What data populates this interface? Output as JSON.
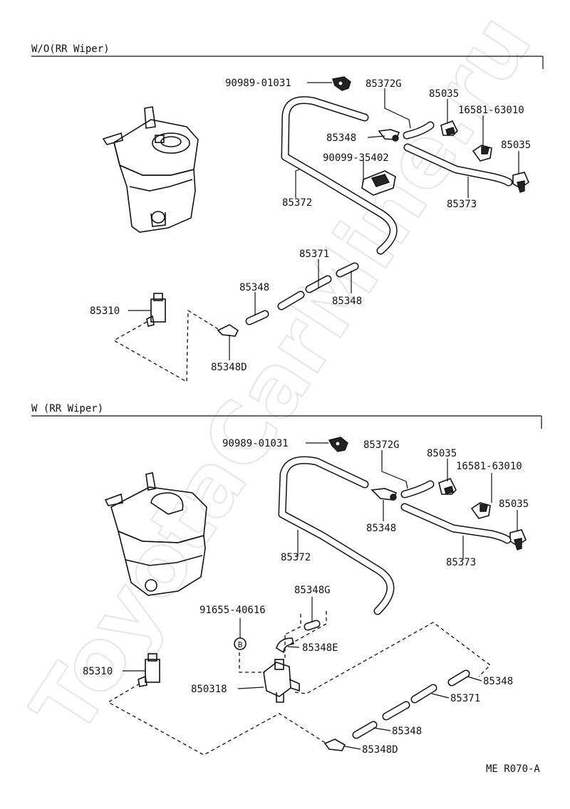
{
  "watermark": "ToyotaCarMine.ru",
  "footer_code": "ME R070-A",
  "sections": {
    "upper": {
      "heading": "W/O(RR Wiper)",
      "labels": {
        "nozzle_clip": "90989-01031",
        "hose_joint_g": "85372G",
        "nozzle_a": "85035",
        "check_valve": "16581-63010",
        "connector_left": "85348",
        "nozzle_b": "85035",
        "clamp": "90099-35402",
        "hose_main": "85372",
        "hose_front": "85373",
        "hose_lower": "85371",
        "connector_mid": "85348",
        "connector_right": "85348",
        "pump": "85310",
        "hose_elbow": "85348D"
      }
    },
    "lower": {
      "heading": "W (RR Wiper)",
      "labels": {
        "nozzle_clip": "90989-01031",
        "hose_joint_g": "85372G",
        "nozzle_a": "85035",
        "check_valve": "16581-63010",
        "nozzle_b": "85035",
        "connector_top": "85348",
        "hose_main": "85372",
        "hose_front": "85373",
        "connector_g": "85348G",
        "grommet": "91655-40616",
        "grommet_mark": "B",
        "hose_elbow_e": "85348E",
        "pump": "85310",
        "valve": "850318",
        "connector_right": "85348",
        "hose_lower": "85371",
        "connector_mid": "85348",
        "hose_elbow": "85348D"
      }
    }
  }
}
